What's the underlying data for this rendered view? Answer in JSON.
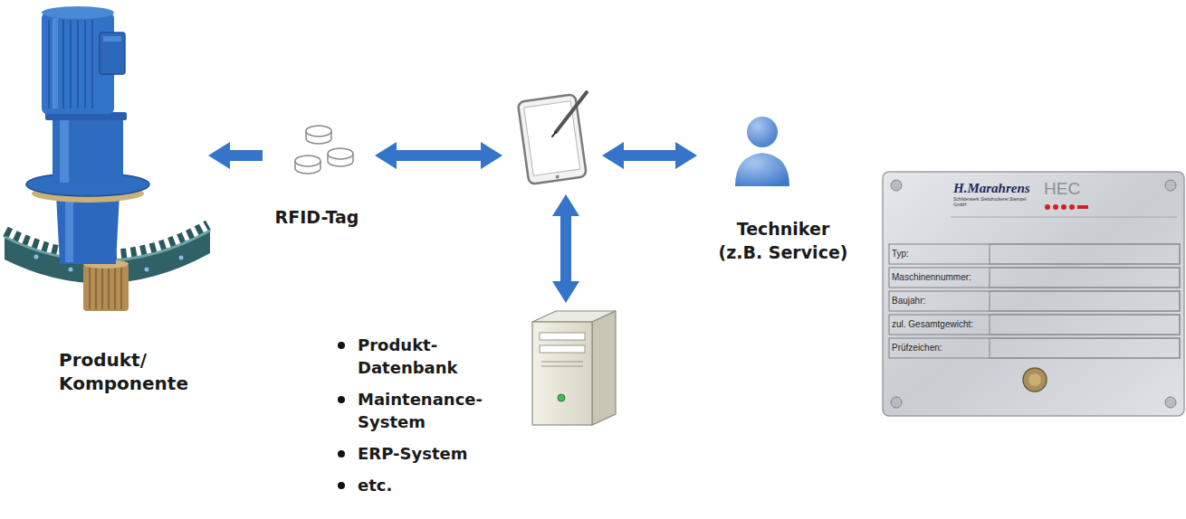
{
  "diagram": {
    "nodes": [
      {
        "text": [
          "Produkt/ Komponente"
        ]
      },
      {
        "text": [
          "RFID-Tag"
        ]
      },
      {
        "text": []
      },
      {
        "text": [
          "Techniker (z.B. Service)"
        ]
      },
      {
        "text": [
          "Produkt- Datenbank",
          "Maintenance- System",
          "ERP-System",
          "etc."
        ]
      },
      {
        "text": [
          "H.Marahrens",
          "Schilderwerk Siebdruckerei Stempel GmbH",
          "HEC",
          "Typ:",
          "Maschinennummer:",
          "Baujahr:",
          "zul. Gesamtgewicht:",
          "Prüfzeichen:"
        ]
      }
    ],
    "edges": [
      {
        "from": 1,
        "to": 0,
        "arrow": "to"
      },
      {
        "from": 1,
        "to": 2,
        "arrow": "both"
      },
      {
        "from": 2,
        "to": 3,
        "arrow": "both"
      },
      {
        "from": 2,
        "to": 4,
        "arrow": "both"
      }
    ]
  }
}
